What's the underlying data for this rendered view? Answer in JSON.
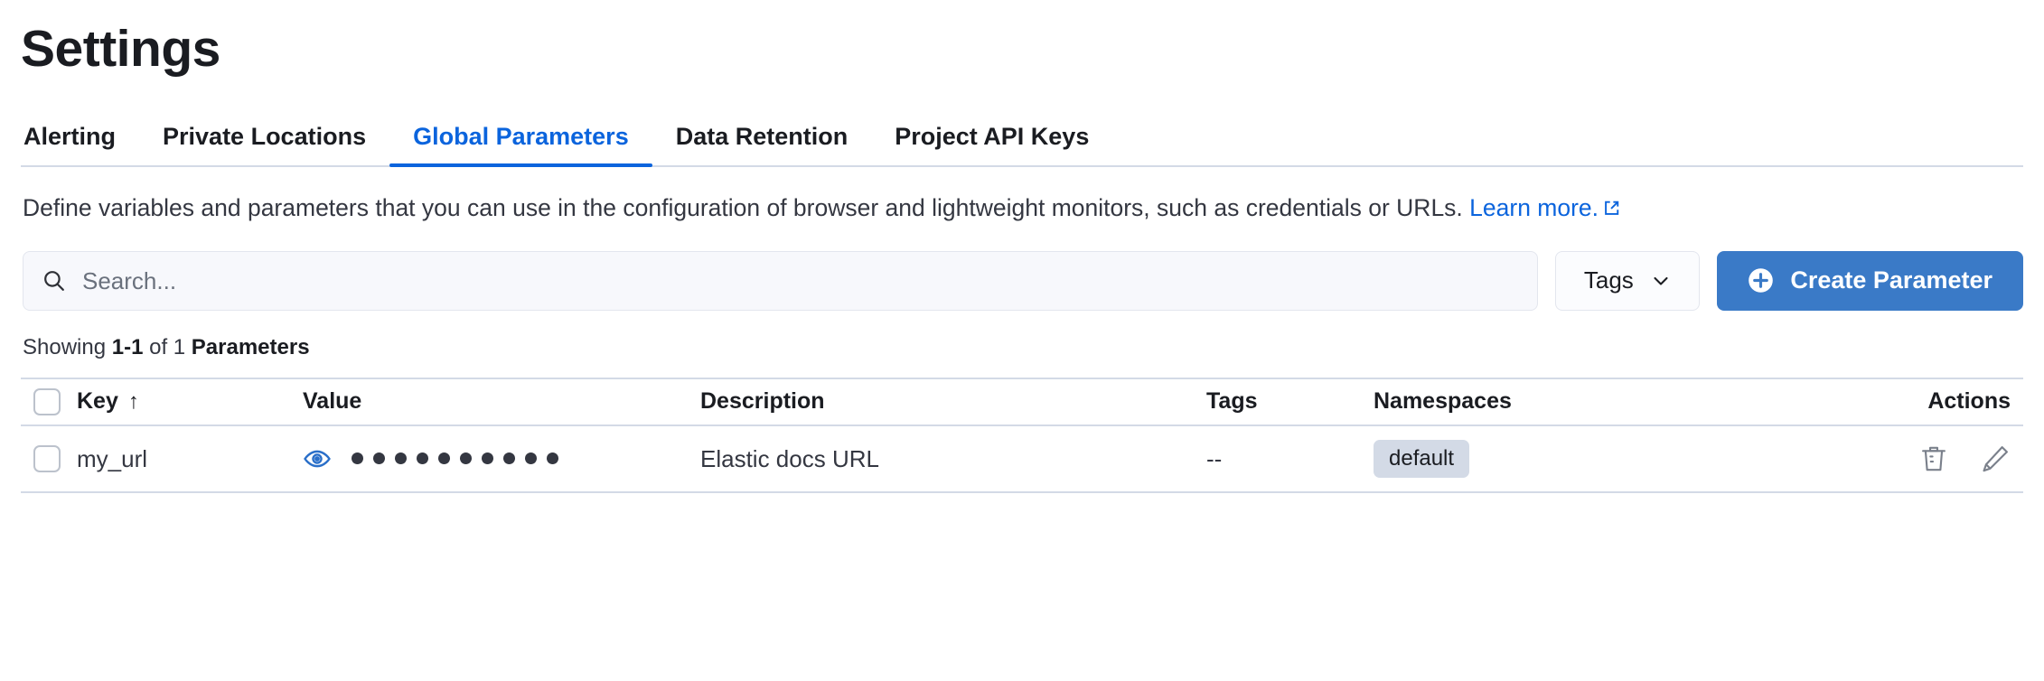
{
  "header": {
    "title": "Settings"
  },
  "tabs": [
    {
      "label": "Alerting",
      "active": false
    },
    {
      "label": "Private Locations",
      "active": false
    },
    {
      "label": "Global Parameters",
      "active": true
    },
    {
      "label": "Data Retention",
      "active": false
    },
    {
      "label": "Project API Keys",
      "active": false
    }
  ],
  "description": {
    "text": "Define variables and parameters that you can use in the configuration of browser and lightweight monitors, such as credentials or URLs. ",
    "link_label": "Learn more.",
    "link_icon": "external-link-icon"
  },
  "controls": {
    "search_placeholder": "Search...",
    "search_value": "",
    "search_icon": "search-icon",
    "tags_label": "Tags",
    "tags_icon": "chevron-down-icon",
    "create_label": "Create Parameter",
    "create_icon": "plus-circle-icon"
  },
  "results": {
    "prefix": "Showing ",
    "range": "1-1",
    "middle": " of 1 ",
    "entity": "Parameters"
  },
  "table": {
    "columns": [
      {
        "key": "select",
        "label": ""
      },
      {
        "key": "key",
        "label": "Key",
        "sort": "↑"
      },
      {
        "key": "value",
        "label": "Value"
      },
      {
        "key": "description",
        "label": "Description"
      },
      {
        "key": "tags",
        "label": "Tags"
      },
      {
        "key": "namespaces",
        "label": "Namespaces"
      },
      {
        "key": "actions",
        "label": "Actions"
      }
    ],
    "rows": [
      {
        "key": "my_url",
        "value_masked_dots": 10,
        "value_toggle_icon": "eye-icon",
        "description": "Elastic docs URL",
        "tags": "--",
        "namespaces": "default",
        "actions": [
          "trash-icon",
          "pencil-icon"
        ]
      }
    ]
  },
  "colors": {
    "accent": "#0b64dd",
    "button": "#3a7ac7",
    "badge_bg": "#d3dae6",
    "border": "#d3dae6",
    "text": "#343741",
    "muted": "#6a717d"
  }
}
